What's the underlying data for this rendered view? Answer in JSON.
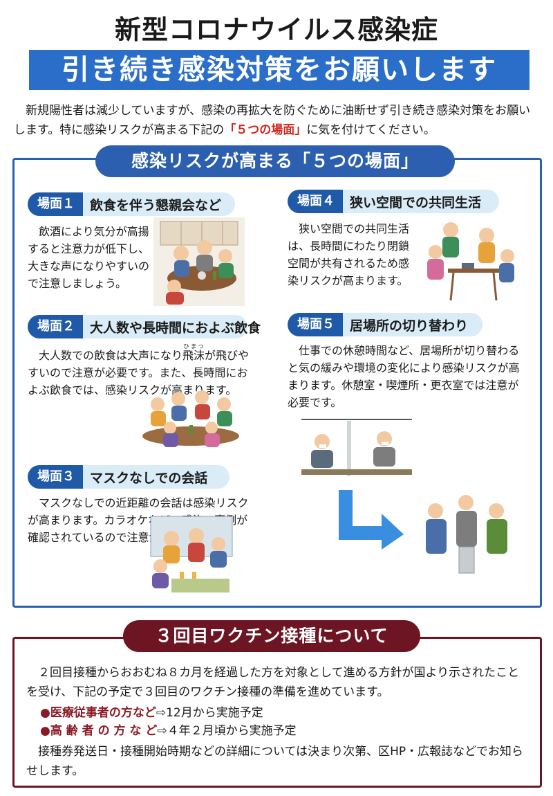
{
  "header": {
    "title": "新型コロナウイルス感染症",
    "banner": "引き続き感染対策をお願いします"
  },
  "intro": {
    "before": "新規陽性者は減少していますが、感染の再拡大を防ぐために油断せず引き続き感染対策をお願いします。特に感染リスクが高まる下記の",
    "highlight": "「５つの場面」",
    "after": "に気を付けてください。"
  },
  "scenes": {
    "section_title": "感染リスクが高まる「５つの場面」",
    "items": [
      {
        "badge": "場面１",
        "label": "飲食を伴う懇親会など",
        "text": "飲酒により気分が高揚すると注意力が低下し、大きな声になりやすいので注意しましょう。"
      },
      {
        "badge": "場面２",
        "label": "大人数や長時間におよぶ飲食",
        "text": "大人数での飲食は大声になり飛沫が飛びやすいので注意が必要です。また、長時間におよぶ飲食では、感染リスクが高まります。",
        "ruby": "ひまつ"
      },
      {
        "badge": "場面３",
        "label": "マスクなしでの会話",
        "text": "マスクなしでの近距離の会話は感染リスクが高まります。カラオケなどで感染の事例が確認されているので注意が必要です。"
      },
      {
        "badge": "場面４",
        "label": "狭い空間での共同生活",
        "text": "狭い空間での共同生活は、長時間にわたり閉鎖空間が共有されるため感染リスクが高まります。"
      },
      {
        "badge": "場面５",
        "label": "居場所の切り替わり",
        "text": "仕事での休憩時間など、居場所が切り替わると気の緩みや環境の変化により感染リスクが高まります。休憩室・喫煙所・更衣室では注意が必要です。"
      }
    ]
  },
  "vaccine": {
    "section_title": "３回目ワクチン接種について",
    "paragraph1": "２回目接種からおおむね８カ月を経過した方を対象として進める方針が国より示されたことを受け、下記の予定で３回目のワクチン接種の準備を進めています。",
    "bullets": [
      {
        "who": "医療従事者の方など",
        "when": "⇨12月から実施予定"
      },
      {
        "who": "高 齢 者 の 方 な ど",
        "when": "⇨４年２月頃から実施予定"
      }
    ],
    "paragraph2": "接種券発送日・接種開始時期などの詳細については決まり次第、区HP・広報誌などでお知らせします。"
  },
  "colors": {
    "banner_blue": "#2a6ec9",
    "scene_blue": "#2d5fb0",
    "badge_blue": "#1f5aa8",
    "label_bg": "#d9ecf8",
    "accent_red": "#d0261c",
    "vaccine_maroon": "#6d1523"
  }
}
